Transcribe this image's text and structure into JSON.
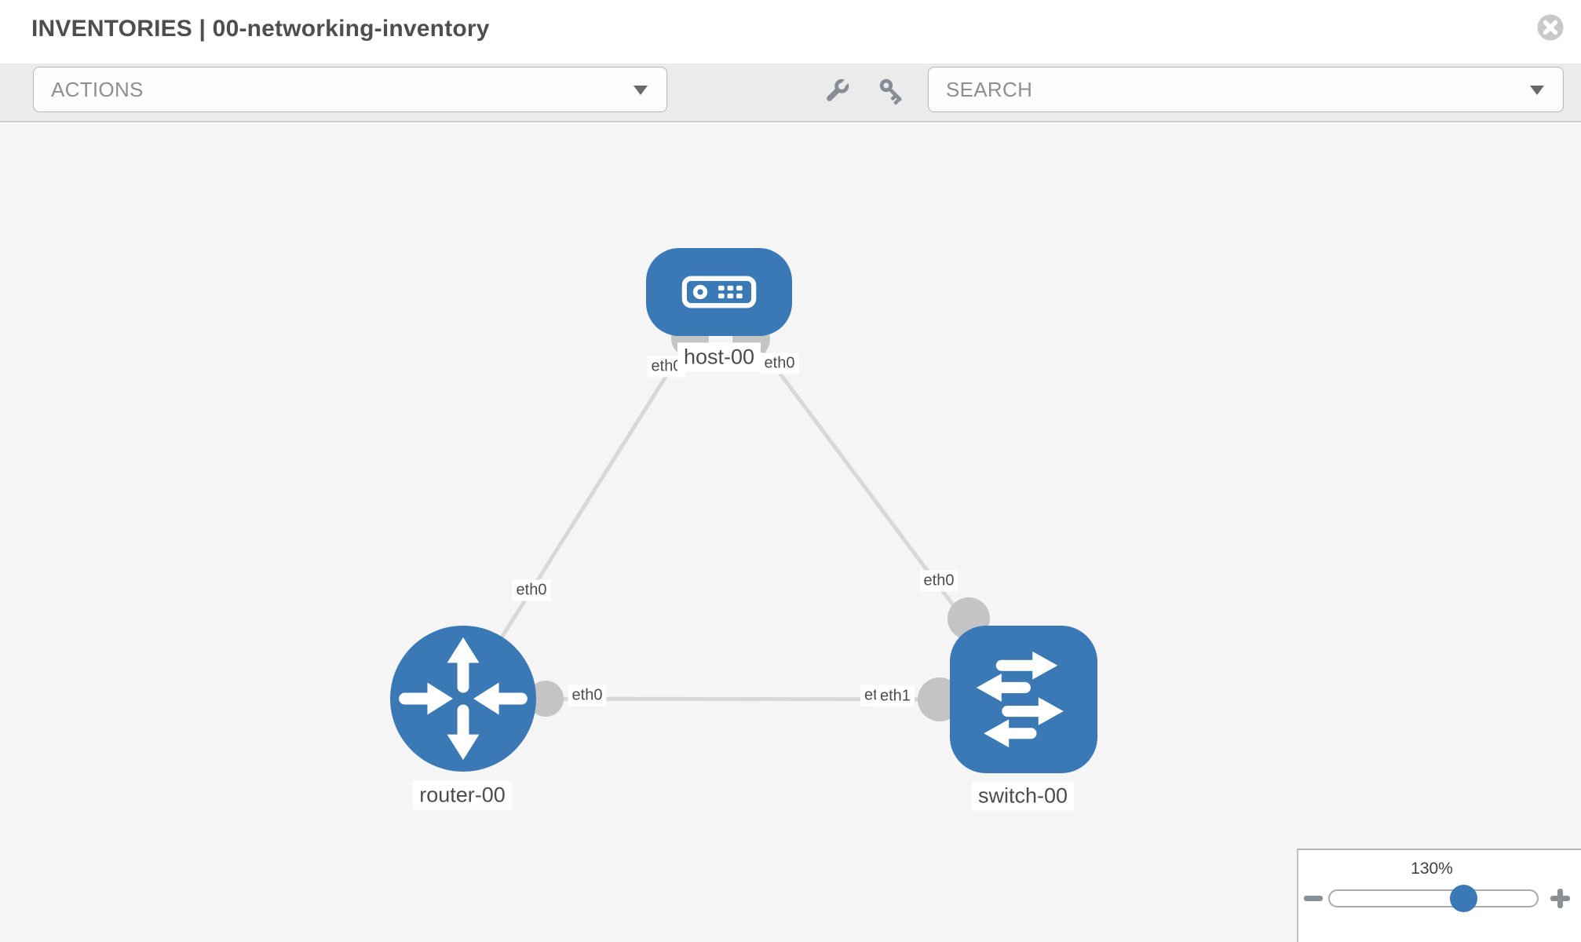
{
  "header": {
    "title": "INVENTORIES | 00-networking-inventory"
  },
  "toolbar": {
    "actions_label": "ACTIONS",
    "search_label": "SEARCH",
    "icons": [
      "wrench-icon",
      "key-icon"
    ]
  },
  "topology": {
    "nodes": [
      {
        "label": "host-00",
        "type": "host",
        "shape": "rounded-rect",
        "color": "#3a79b5"
      },
      {
        "label": "router-00",
        "type": "router",
        "shape": "circle",
        "color": "#3a79b5"
      },
      {
        "label": "switch-00",
        "type": "switch",
        "shape": "rounded-square",
        "color": "#3a79b5"
      }
    ],
    "links": [
      {
        "from": "host-00",
        "to": "router-00",
        "from_port": "eth0",
        "to_port": "eth0"
      },
      {
        "from": "host-00",
        "to": "switch-00",
        "from_port": "eth0",
        "to_port": "eth0"
      },
      {
        "from": "router-00",
        "to": "switch-00",
        "from_port": "eth0",
        "to_ports": [
          "eth0",
          "eth1"
        ]
      }
    ]
  },
  "zoom_control": {
    "level": "130%"
  },
  "colors": {
    "node_blue": "#3a79b5",
    "link_gray": "#d8d8d8",
    "endpoint_gray": "#c4c4c4",
    "toolbar_bg": "#ebebeb",
    "canvas_bg": "#f5f5f5"
  }
}
